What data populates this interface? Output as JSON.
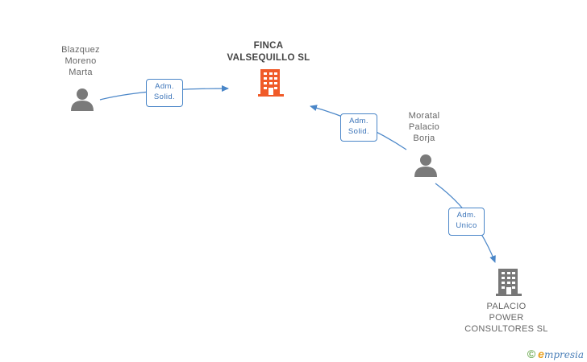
{
  "nodes": {
    "finca": {
      "name_line1": "FINCA",
      "name_line2": "VALSEQUILLO SL",
      "icon": "building-icon",
      "color": "#f05a28"
    },
    "blazquez": {
      "line1": "Blazquez",
      "line2": "Moreno",
      "line3": "Marta",
      "icon": "person-icon"
    },
    "moratal": {
      "line1": "Moratal",
      "line2": "Palacio",
      "line3": "Borja",
      "icon": "person-icon"
    },
    "palacio": {
      "line1": "PALACIO",
      "line2": "POWER",
      "line3": "CONSULTORES SL",
      "icon": "building-icon",
      "color": "#777777"
    }
  },
  "edges": [
    {
      "from": "blazquez",
      "to": "finca",
      "label_line1": "Adm.",
      "label_line2": "Solid."
    },
    {
      "from": "moratal",
      "to": "finca",
      "label_line1": "Adm.",
      "label_line2": "Solid."
    },
    {
      "from": "moratal",
      "to": "palacio",
      "label_line1": "Adm.",
      "label_line2": "Unico"
    }
  ],
  "footer": {
    "copyright": "©",
    "brand_e": "e",
    "brand_rest": "mpresia"
  },
  "colors": {
    "edge": "#4a86c8",
    "person": "#7a7a7a"
  }
}
